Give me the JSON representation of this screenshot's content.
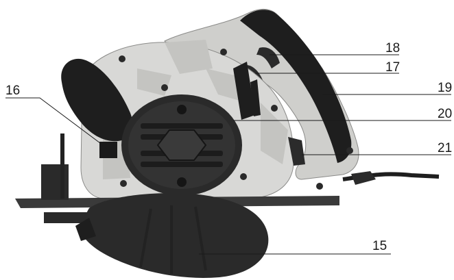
{
  "figure": {
    "subject": "circular-saw-side-view",
    "colors": {
      "body_light": "#d8d8d6",
      "body_mid": "#b9b9b6",
      "body_dark": "#2b2b2b",
      "rubber": "#1e1e1e",
      "base_plate": "#3a3a3a",
      "blade_guard": "#262626",
      "line": "#1a1a1a"
    }
  },
  "callouts": [
    {
      "id": "callout-15",
      "label": "15"
    },
    {
      "id": "callout-16",
      "label": "16"
    },
    {
      "id": "callout-17",
      "label": "17"
    },
    {
      "id": "callout-18",
      "label": "18"
    },
    {
      "id": "callout-19",
      "label": "19"
    },
    {
      "id": "callout-20",
      "label": "20"
    },
    {
      "id": "callout-21",
      "label": "21"
    }
  ]
}
